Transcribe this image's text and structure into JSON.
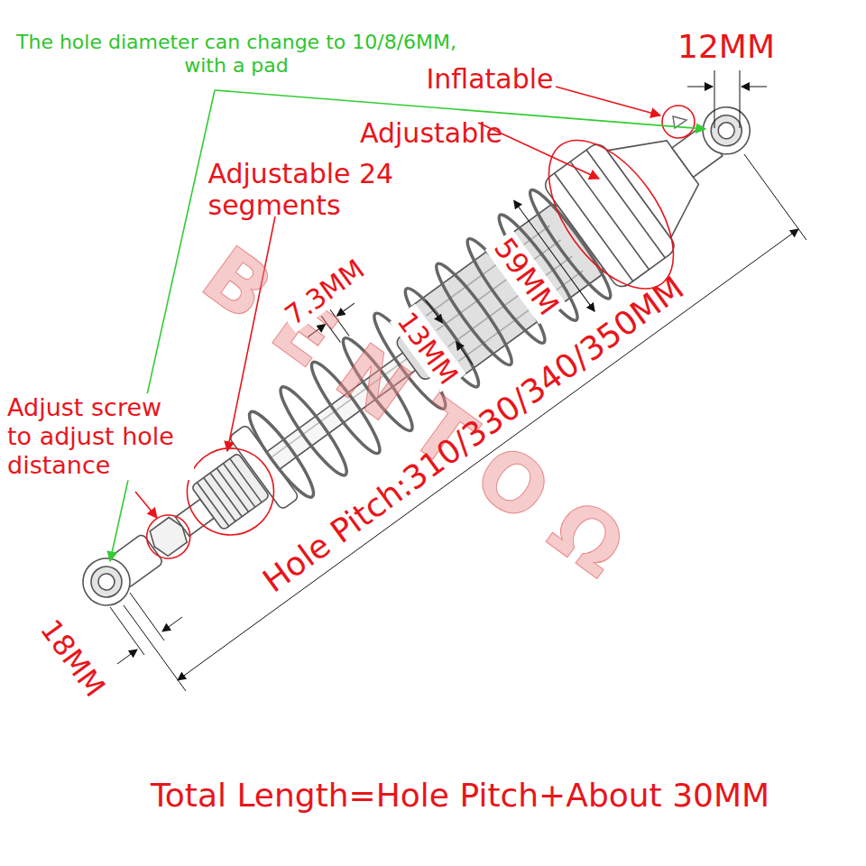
{
  "diagram": {
    "labels": [
      "The hole diameter can change to 10/8/6MM, with a pad",
      "12MM",
      "Inflatable",
      "Adjustable",
      "Adjustable 24 segments",
      "59MM",
      "7.3MM",
      "13MM",
      "Adjust screw to adjust hole distance",
      "Hole Pitch:310/330/340/350MM",
      "18MM",
      "Total Length=Hole Pitch+About 30MM",
      "BENTOΩ"
    ]
  }
}
